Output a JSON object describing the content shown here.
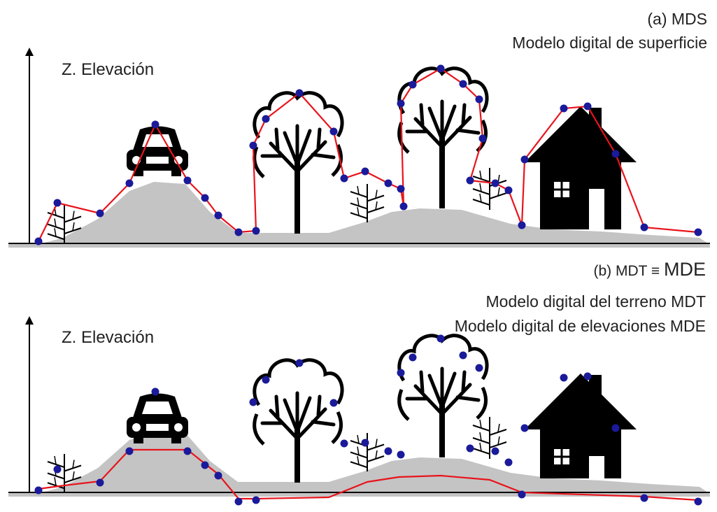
{
  "panel_a": {
    "title": "(a) MDS",
    "subtitle": "Modelo digital de superficie",
    "axis_label": "Z. Elevación"
  },
  "panel_b": {
    "title_prefix": "(b) MDT ≡ ",
    "title_suffix": "MDE",
    "subtitle_1": "Modelo digital del terreno MDT",
    "subtitle_2": "Modelo digital de elevaciones MDE",
    "axis_label": "Z. Elevación"
  },
  "colors": {
    "ground": "#c4c4c4",
    "profile_line": "#e8141c",
    "sample_point": "#1a1a9a",
    "objects": "#000000"
  }
}
